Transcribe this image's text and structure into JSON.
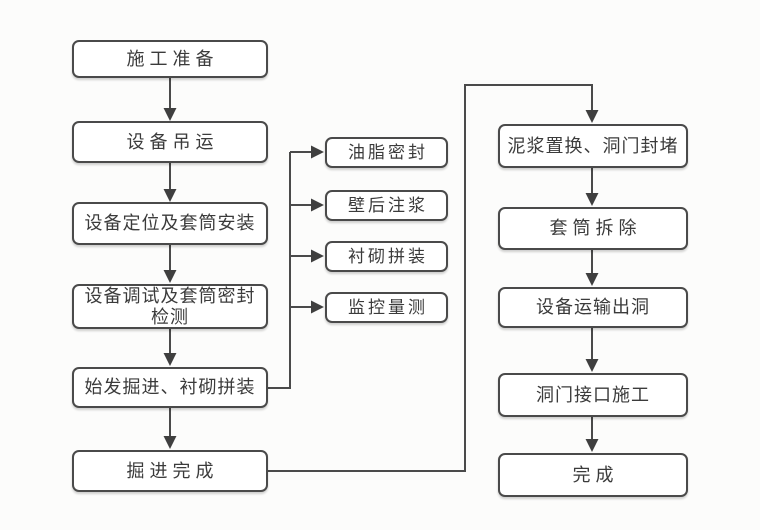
{
  "flowchart": {
    "left_column": [
      {
        "label": "施工准备"
      },
      {
        "label": "设备吊运"
      },
      {
        "label": "设备定位及套筒安装"
      },
      {
        "label": "设备调试及套筒密封检测",
        "lines": [
          "设备调试及套筒密封",
          "检测"
        ]
      },
      {
        "label": "始发掘进、衬砌拼装"
      },
      {
        "label": "掘进完成"
      }
    ],
    "branch_column": [
      {
        "label": "油脂密封"
      },
      {
        "label": "壁后注浆"
      },
      {
        "label": "衬砌拼装"
      },
      {
        "label": "监控量测"
      }
    ],
    "right_column": [
      {
        "label": "泥浆置换、洞门封堵"
      },
      {
        "label": "套筒拆除"
      },
      {
        "label": "设备运输出洞"
      },
      {
        "label": "洞门接口施工"
      },
      {
        "label": "完成"
      }
    ],
    "colors": {
      "background": "#fcfcfb",
      "box_fill": "#ffffff",
      "box_border": "#4a4a4a",
      "connector_line": "#4a4a4a",
      "arrowhead": "#3f3f3f",
      "text": "#3b3b3b"
    }
  }
}
